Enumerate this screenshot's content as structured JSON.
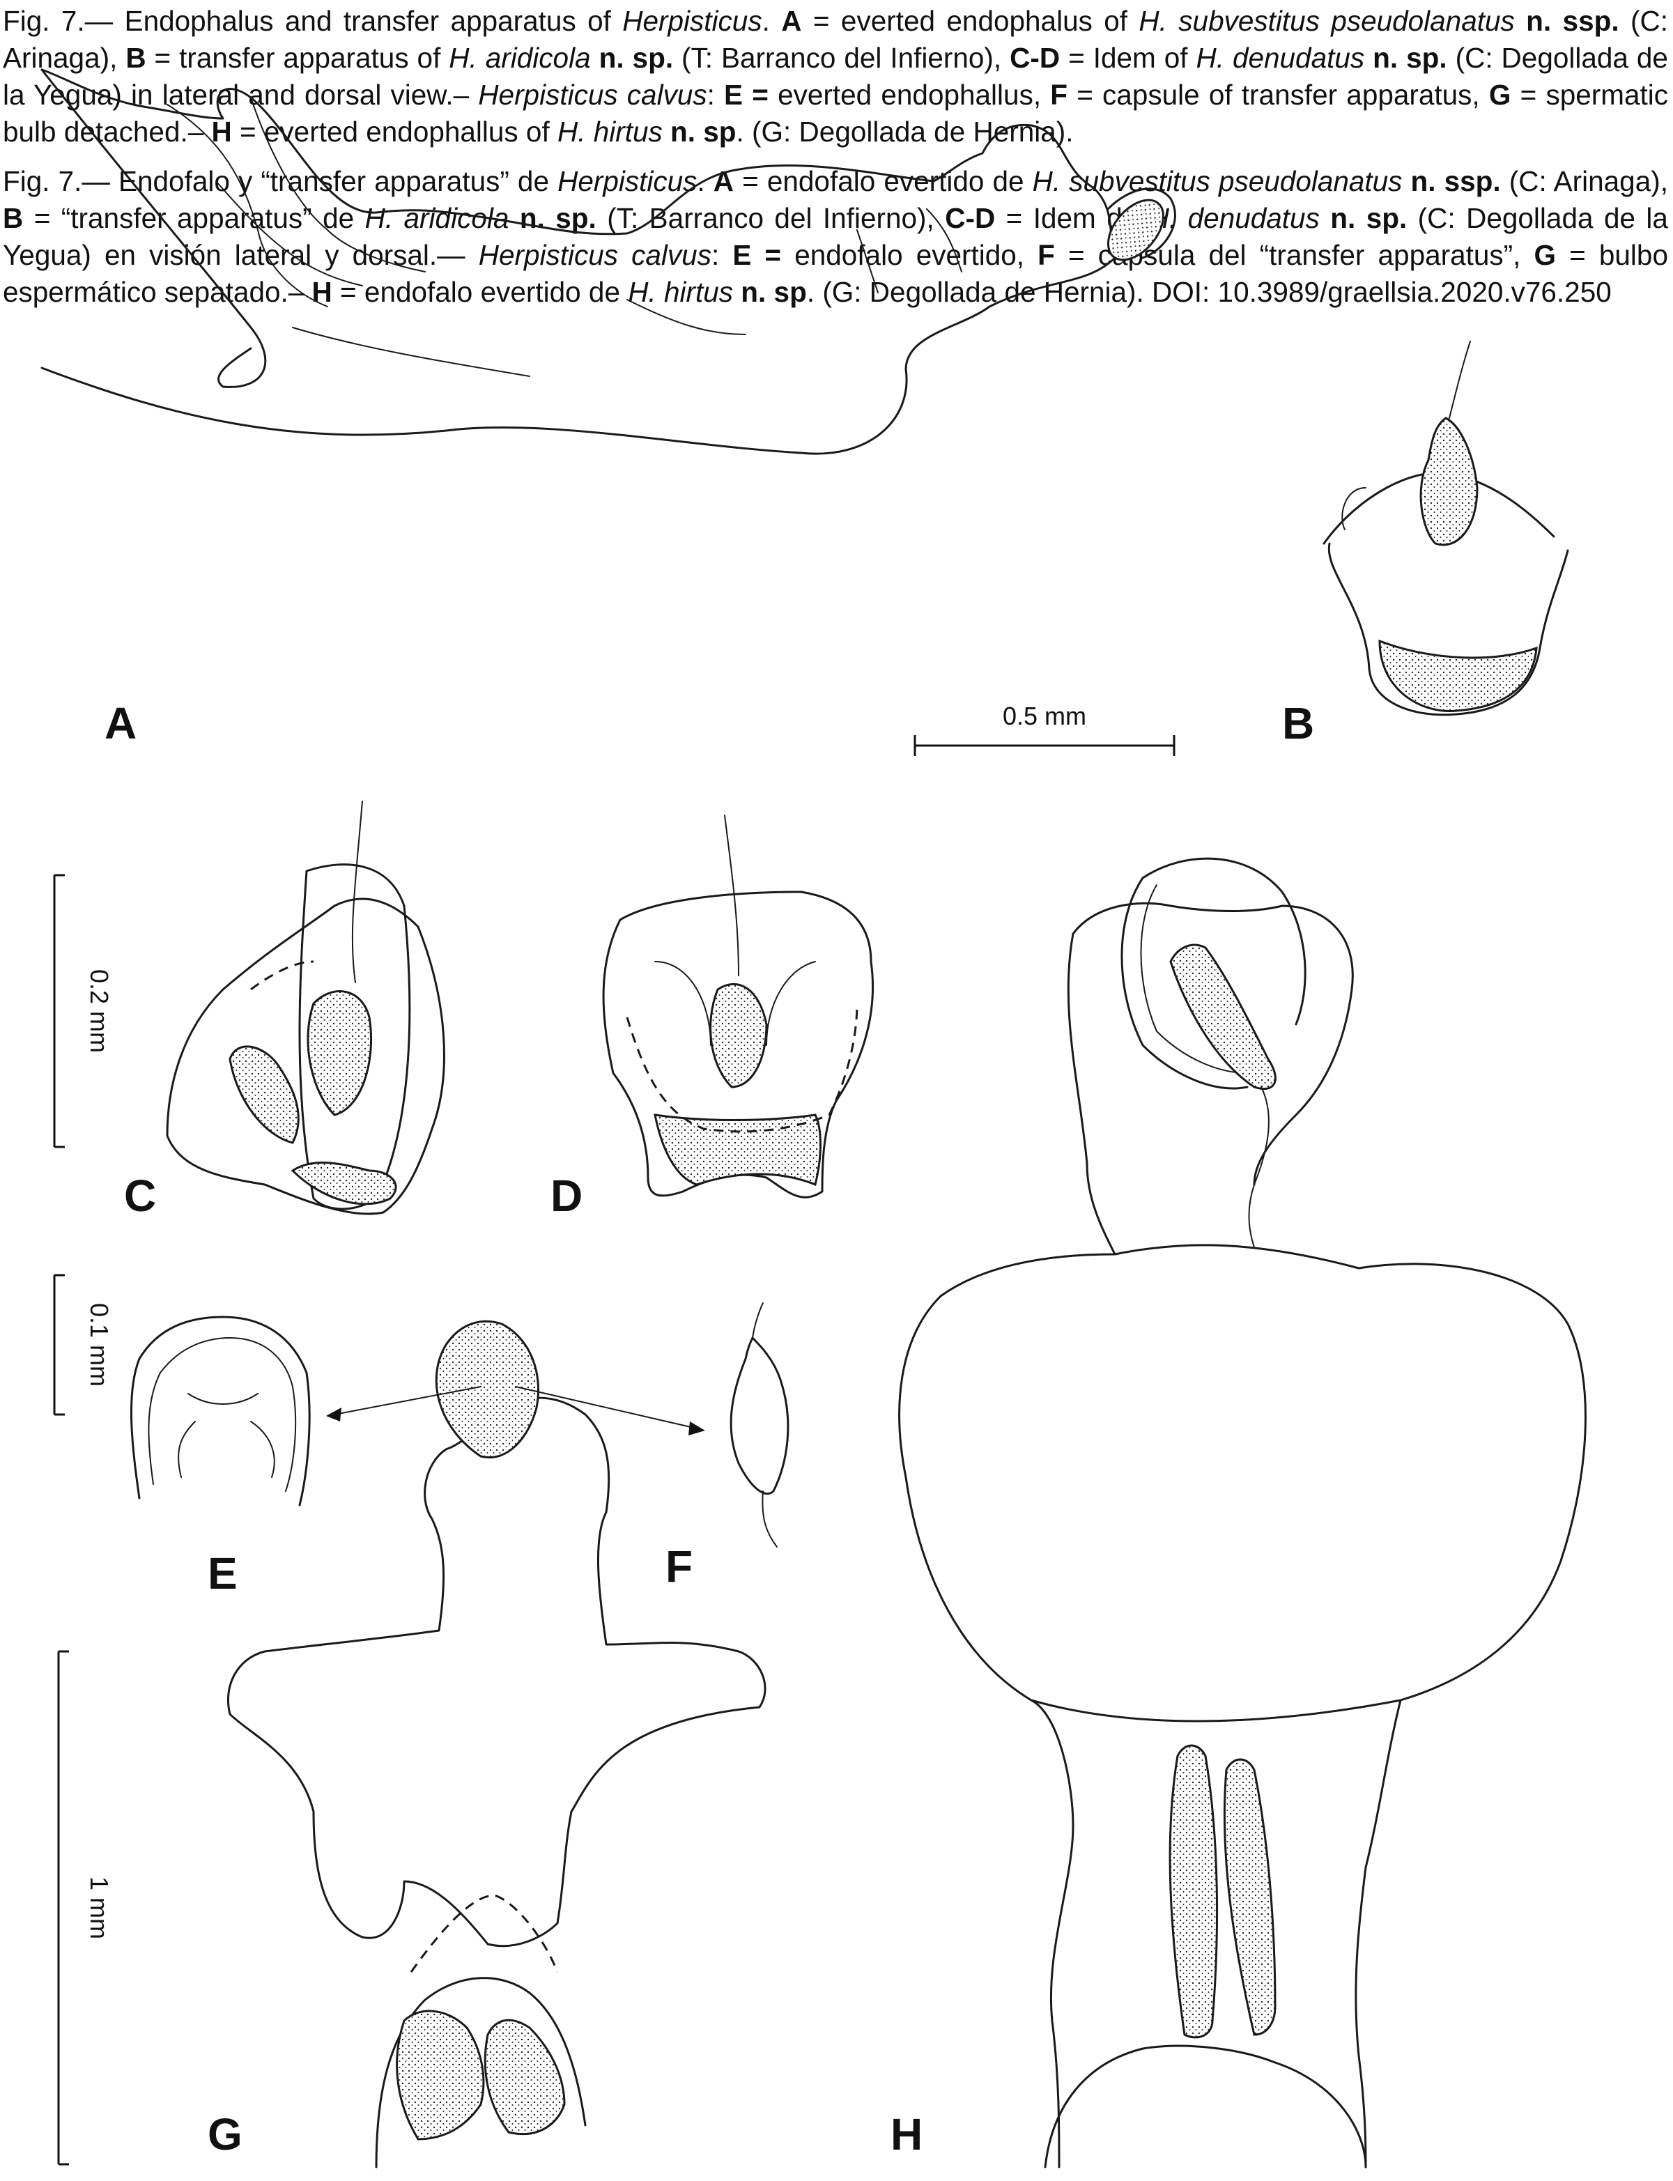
{
  "caption_en": {
    "parts": [
      {
        "t": "Fig. 7.— Endophalus and transfer apparatus of "
      },
      {
        "t": "Herpisticus",
        "s": "i"
      },
      {
        "t": ". "
      },
      {
        "t": "A",
        "s": "b"
      },
      {
        "t": " = everted endophalus of "
      },
      {
        "t": "H. subvestitus pseudolanatus",
        "s": "i"
      },
      {
        "t": " "
      },
      {
        "t": "n. ssp.",
        "s": "b"
      },
      {
        "t": " (C: Arinaga), "
      },
      {
        "t": "B",
        "s": "b"
      },
      {
        "t": " = transfer apparatus of "
      },
      {
        "t": "H. aridicola",
        "s": "i"
      },
      {
        "t": " "
      },
      {
        "t": "n. sp.",
        "s": "b"
      },
      {
        "t": " (T: Barranco del Infierno), "
      },
      {
        "t": "C-D",
        "s": "b"
      },
      {
        "t": " = Idem of "
      },
      {
        "t": "H. denudatus",
        "s": "i"
      },
      {
        "t": " "
      },
      {
        "t": "n. sp.",
        "s": "b"
      },
      {
        "t": " (C: Degollada de la Yegua) in lateral and dorsal view.– "
      },
      {
        "t": "Herpisticus calvus",
        "s": "i"
      },
      {
        "t": ": "
      },
      {
        "t": "E =",
        "s": "b"
      },
      {
        "t": " everted endophallus, "
      },
      {
        "t": "F",
        "s": "b"
      },
      {
        "t": " = capsule of transfer apparatus, "
      },
      {
        "t": "G",
        "s": "b"
      },
      {
        "t": " = spermatic bulb detached.– "
      },
      {
        "t": "H",
        "s": "b"
      },
      {
        "t": " = everted endophallus of "
      },
      {
        "t": "H. hirtus",
        "s": "i"
      },
      {
        "t": " "
      },
      {
        "t": "n. sp",
        "s": "b"
      },
      {
        "t": ". (G: Degollada de Hernia)."
      }
    ]
  },
  "caption_es": {
    "parts": [
      {
        "t": "Fig. 7.— Endofalo y “transfer apparatus” de "
      },
      {
        "t": "Herpisticus",
        "s": "i"
      },
      {
        "t": ". "
      },
      {
        "t": "A",
        "s": "b"
      },
      {
        "t": " = endofalo evertido de "
      },
      {
        "t": "H. subvestitus pseudolanatus",
        "s": "i"
      },
      {
        "t": " "
      },
      {
        "t": "n. ssp.",
        "s": "b"
      },
      {
        "t": " (C: Arinaga), "
      },
      {
        "t": "B",
        "s": "b"
      },
      {
        "t": " = “transfer apparatus” de "
      },
      {
        "t": "H. aridicola",
        "s": "i"
      },
      {
        "t": " "
      },
      {
        "t": "n. sp.",
        "s": "b"
      },
      {
        "t": " (T: Barranco del Infierno), "
      },
      {
        "t": "C-D",
        "s": "b"
      },
      {
        "t": " = Idem de "
      },
      {
        "t": "H. denudatus",
        "s": "i"
      },
      {
        "t": " "
      },
      {
        "t": "n. sp.",
        "s": "b"
      },
      {
        "t": " (C: Degollada de la Yegua) en visión lateral y dorsal.— "
      },
      {
        "t": "Herpisticus calvus",
        "s": "i"
      },
      {
        "t": ": "
      },
      {
        "t": "E =",
        "s": "b"
      },
      {
        "t": " endofalo evertido, "
      },
      {
        "t": "F",
        "s": "b"
      },
      {
        "t": " = cápsula del “transfer apparatus”, "
      },
      {
        "t": "G",
        "s": "b"
      },
      {
        "t": " = bulbo espermático sepatado.– "
      },
      {
        "t": "H",
        "s": "b"
      },
      {
        "t": " = endofalo evertido de "
      },
      {
        "t": "H. hirtus",
        "s": "i"
      },
      {
        "t": " "
      },
      {
        "t": "n. sp",
        "s": "b"
      },
      {
        "t": ". (G: Degollada de Hernia). DOI: 10.3989/graellsia.2020.v76.250"
      }
    ]
  },
  "figure": {
    "panel_labels": {
      "A": "A",
      "B": "B",
      "C": "C",
      "D": "D",
      "E": "E",
      "F": "F",
      "G": "G",
      "H": "H"
    },
    "scale_bars": {
      "half_mm": "0.5 mm",
      "point_two_mm": "0.2 mm",
      "point_one_mm": "0.1 mm",
      "one_mm": "1 mm"
    }
  }
}
